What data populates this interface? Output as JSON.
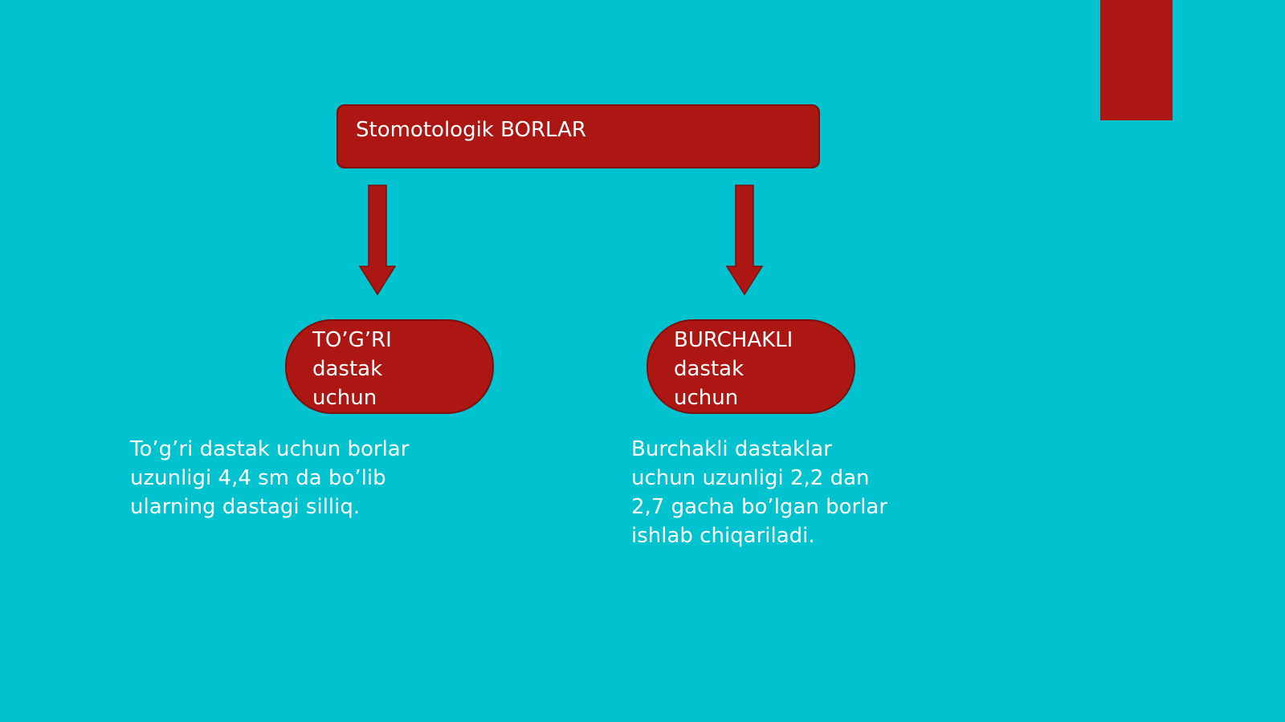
{
  "colors": {
    "background": "#00c3cf",
    "accent": "#ad1713",
    "text": "#ffffff"
  },
  "diagram": {
    "root": {
      "label": "Stomotologik BORLAR"
    },
    "branches": [
      {
        "label_lines": [
          "TO’G’RI",
          "dastak",
          "uchun"
        ],
        "description_lines": [
          "To’g’ri dastak uchun borlar",
          "uzunligi 4,4 sm da bo’lib",
          "ularning dastagi silliq."
        ]
      },
      {
        "label_lines": [
          "BURCHAKLI",
          "dastak",
          "uchun"
        ],
        "description_lines": [
          "Burchakli dastaklar",
          "uchun uzunligi 2,2 dan",
          "2,7 gacha bo’lgan borlar",
          "ishlab chiqariladi."
        ]
      }
    ]
  }
}
